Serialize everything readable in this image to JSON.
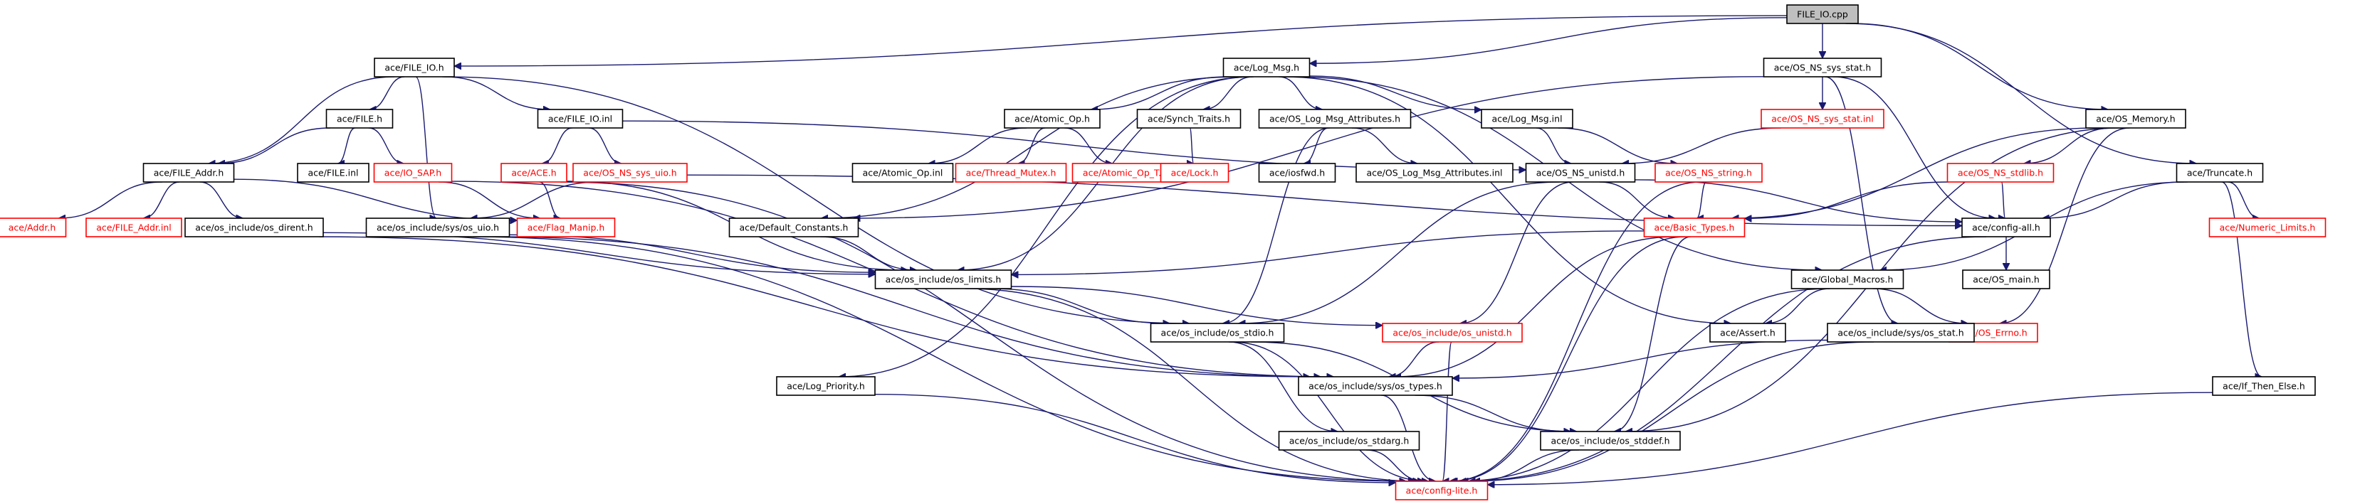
{
  "graph": {
    "root": "FILE_IO.cpp",
    "nodes": [
      {
        "id": "FILE_IO.cpp",
        "label": "FILE_IO.cpp",
        "documented": true
      },
      {
        "id": "ace/FILE_IO.h",
        "label": "ace/FILE_IO.h",
        "documented": true
      },
      {
        "id": "ace/Log_Msg.h",
        "label": "ace/Log_Msg.h",
        "documented": true
      },
      {
        "id": "ace/OS_NS_sys_stat.h",
        "label": "ace/OS_NS_sys_stat.h",
        "documented": true
      },
      {
        "id": "ace/OS_Memory.h",
        "label": "ace/OS_Memory.h",
        "documented": true
      },
      {
        "id": "ace/Truncate.h",
        "label": "ace/Truncate.h",
        "documented": true
      },
      {
        "id": "ace/FILE.h",
        "label": "ace/FILE.h",
        "documented": true
      },
      {
        "id": "ace/FILE_IO.inl",
        "label": "ace/FILE_IO.inl",
        "documented": true
      },
      {
        "id": "ace/Atomic_Op.h",
        "label": "ace/Atomic_Op.h",
        "documented": true
      },
      {
        "id": "ace/Synch_Traits.h",
        "label": "ace/Synch_Traits.h",
        "documented": true
      },
      {
        "id": "ace/OS_Log_Msg_Attributes.h",
        "label": "ace/OS_Log_Msg_Attributes.h",
        "documented": true
      },
      {
        "id": "ace/Log_Msg.inl",
        "label": "ace/Log_Msg.inl",
        "documented": true
      },
      {
        "id": "ace/OS_NS_sys_stat.inl",
        "label": "ace/OS_NS_sys_stat.inl",
        "documented": false
      },
      {
        "id": "ace/FILE_Addr.h",
        "label": "ace/FILE_Addr.h",
        "documented": true
      },
      {
        "id": "ace/FILE.inl",
        "label": "ace/FILE.inl",
        "documented": true
      },
      {
        "id": "ace/IO_SAP.h",
        "label": "ace/IO_SAP.h",
        "documented": false
      },
      {
        "id": "ace/ACE.h",
        "label": "ace/ACE.h",
        "documented": false
      },
      {
        "id": "ace/OS_NS_sys_uio.h",
        "label": "ace/OS_NS_sys_uio.h",
        "documented": false
      },
      {
        "id": "ace/Atomic_Op.inl",
        "label": "ace/Atomic_Op.inl",
        "documented": true
      },
      {
        "id": "ace/Thread_Mutex.h",
        "label": "ace/Thread_Mutex.h",
        "documented": false
      },
      {
        "id": "ace/Atomic_Op_T.h",
        "label": "ace/Atomic_Op_T.h",
        "documented": false
      },
      {
        "id": "ace/Lock.h",
        "label": "ace/Lock.h",
        "documented": false
      },
      {
        "id": "ace/iosfwd.h",
        "label": "ace/iosfwd.h",
        "documented": true
      },
      {
        "id": "ace/OS_Log_Msg_Attributes.inl",
        "label": "ace/OS_Log_Msg_Attributes.inl",
        "documented": true
      },
      {
        "id": "ace/OS_NS_unistd.h",
        "label": "ace/OS_NS_unistd.h",
        "documented": true
      },
      {
        "id": "ace/OS_NS_string.h",
        "label": "ace/OS_NS_string.h",
        "documented": false
      },
      {
        "id": "ace/OS_NS_stdlib.h",
        "label": "ace/OS_NS_stdlib.h",
        "documented": false
      },
      {
        "id": "ace/Addr.h",
        "label": "ace/Addr.h",
        "documented": false
      },
      {
        "id": "ace/FILE_Addr.inl",
        "label": "ace/FILE_Addr.inl",
        "documented": false
      },
      {
        "id": "ace/os_include/os_dirent.h",
        "label": "ace/os_include/os_dirent.h",
        "documented": true
      },
      {
        "id": "ace/os_include/sys/os_uio.h",
        "label": "ace/os_include/sys/os_uio.h",
        "documented": true
      },
      {
        "id": "ace/Flag_Manip.h",
        "label": "ace/Flag_Manip.h",
        "documented": false
      },
      {
        "id": "ace/Default_Constants.h",
        "label": "ace/Default_Constants.h",
        "documented": true
      },
      {
        "id": "ace/Basic_Types.h",
        "label": "ace/Basic_Types.h",
        "documented": false
      },
      {
        "id": "ace/config-all.h",
        "label": "ace/config-all.h",
        "documented": true
      },
      {
        "id": "ace/Numeric_Limits.h",
        "label": "ace/Numeric_Limits.h",
        "documented": false
      },
      {
        "id": "ace/os_include/os_limits.h",
        "label": "ace/os_include/os_limits.h",
        "documented": true
      },
      {
        "id": "ace/Global_Macros.h",
        "label": "ace/Global_Macros.h",
        "documented": true
      },
      {
        "id": "ace/OS_main.h",
        "label": "ace/OS_main.h",
        "documented": true
      },
      {
        "id": "ace/os_include/os_stdio.h",
        "label": "ace/os_include/os_stdio.h",
        "documented": true
      },
      {
        "id": "ace/os_include/os_unistd.h",
        "label": "ace/os_include/os_unistd.h",
        "documented": false
      },
      {
        "id": "ace/Assert.h",
        "label": "ace/Assert.h",
        "documented": true
      },
      {
        "id": "ace/OS_Errno.h",
        "label": "ace/OS_Errno.h",
        "documented": false
      },
      {
        "id": "ace/os_include/sys/os_stat.h",
        "label": "ace/os_include/sys/os_stat.h",
        "documented": true
      },
      {
        "id": "ace/os_include/sys/os_types.h",
        "label": "ace/os_include/sys/os_types.h",
        "documented": true
      },
      {
        "id": "ace/Log_Priority.h",
        "label": "ace/Log_Priority.h",
        "documented": true
      },
      {
        "id": "ace/If_Then_Else.h",
        "label": "ace/If_Then_Else.h",
        "documented": true
      },
      {
        "id": "ace/os_include/os_stdarg.h",
        "label": "ace/os_include/os_stdarg.h",
        "documented": true
      },
      {
        "id": "ace/os_include/os_stddef.h",
        "label": "ace/os_include/os_stddef.h",
        "documented": true
      },
      {
        "id": "ace/config-lite.h",
        "label": "ace/config-lite.h",
        "documented": false
      }
    ],
    "edges": [
      [
        "FILE_IO.cpp",
        "ace/FILE_IO.h"
      ],
      [
        "FILE_IO.cpp",
        "ace/Log_Msg.h"
      ],
      [
        "FILE_IO.cpp",
        "ace/OS_NS_sys_stat.h"
      ],
      [
        "FILE_IO.cpp",
        "ace/OS_Memory.h"
      ],
      [
        "FILE_IO.cpp",
        "ace/Truncate.h"
      ],
      [
        "ace/FILE_IO.h",
        "ace/FILE.h"
      ],
      [
        "ace/FILE_IO.h",
        "ace/FILE_IO.inl"
      ],
      [
        "ace/FILE_IO.h",
        "ace/FILE_Addr.h"
      ],
      [
        "ace/FILE_IO.h",
        "ace/os_include/sys/os_uio.h"
      ],
      [
        "ace/FILE_IO.h",
        "ace/os_include/os_stdio.h"
      ],
      [
        "ace/FILE.h",
        "ace/FILE_Addr.h"
      ],
      [
        "ace/FILE.h",
        "ace/FILE.inl"
      ],
      [
        "ace/FILE.h",
        "ace/IO_SAP.h"
      ],
      [
        "ace/IO_SAP.h",
        "ace/Flag_Manip.h"
      ],
      [
        "ace/IO_SAP.h",
        "ace/os_include/sys/os_types.h"
      ],
      [
        "ace/FILE_Addr.h",
        "ace/Addr.h"
      ],
      [
        "ace/FILE_Addr.h",
        "ace/FILE_Addr.inl"
      ],
      [
        "ace/FILE_Addr.h",
        "ace/os_include/os_dirent.h"
      ],
      [
        "ace/FILE_Addr.h",
        "ace/Flag_Manip.h"
      ],
      [
        "ace/FILE_IO.inl",
        "ace/ACE.h"
      ],
      [
        "ace/FILE_IO.inl",
        "ace/OS_NS_sys_uio.h"
      ],
      [
        "ace/FILE_IO.inl",
        "ace/OS_NS_unistd.h"
      ],
      [
        "ace/ACE.h",
        "ace/Flag_Manip.h"
      ],
      [
        "ace/ACE.h",
        "ace/os_include/os_limits.h"
      ],
      [
        "ace/ACE.h",
        "ace/config-lite.h"
      ],
      [
        "ace/OS_NS_sys_uio.h",
        "ace/os_include/sys/os_uio.h"
      ],
      [
        "ace/OS_NS_sys_uio.h",
        "ace/config-all.h"
      ],
      [
        "ace/Log_Msg.h",
        "ace/Atomic_Op.h"
      ],
      [
        "ace/Log_Msg.h",
        "ace/Synch_Traits.h"
      ],
      [
        "ace/Log_Msg.h",
        "ace/OS_Log_Msg_Attributes.h"
      ],
      [
        "ace/Log_Msg.h",
        "ace/Log_Msg.inl"
      ],
      [
        "ace/Log_Msg.h",
        "ace/Default_Constants.h"
      ],
      [
        "ace/Log_Msg.h",
        "ace/os_include/os_limits.h"
      ],
      [
        "ace/Log_Msg.h",
        "ace/Log_Priority.h"
      ],
      [
        "ace/Log_Msg.h",
        "ace/Global_Macros.h"
      ],
      [
        "ace/Log_Msg.h",
        "ace/Assert.h"
      ],
      [
        "ace/Atomic_Op.h",
        "ace/Atomic_Op.inl"
      ],
      [
        "ace/Atomic_Op.h",
        "ace/Thread_Mutex.h"
      ],
      [
        "ace/Atomic_Op.h",
        "ace/Atomic_Op_T.h"
      ],
      [
        "ace/Synch_Traits.h",
        "ace/Lock.h"
      ],
      [
        "ace/OS_Log_Msg_Attributes.h",
        "ace/iosfwd.h"
      ],
      [
        "ace/OS_Log_Msg_Attributes.h",
        "ace/OS_Log_Msg_Attributes.inl"
      ],
      [
        "ace/OS_Log_Msg_Attributes.h",
        "ace/os_include/os_stdio.h"
      ],
      [
        "ace/Log_Msg.inl",
        "ace/OS_NS_unistd.h"
      ],
      [
        "ace/Log_Msg.inl",
        "ace/OS_NS_string.h"
      ],
      [
        "ace/OS_NS_sys_stat.h",
        "ace/OS_NS_sys_stat.inl"
      ],
      [
        "ace/OS_NS_sys_stat.h",
        "ace/Default_Constants.h"
      ],
      [
        "ace/OS_NS_sys_stat.h",
        "ace/os_include/sys/os_stat.h"
      ],
      [
        "ace/OS_NS_sys_stat.h",
        "ace/config-all.h"
      ],
      [
        "ace/OS_NS_sys_stat.inl",
        "ace/OS_NS_unistd.h"
      ],
      [
        "ace/OS_Memory.h",
        "ace/OS_NS_stdlib.h"
      ],
      [
        "ace/OS_Memory.h",
        "ace/Basic_Types.h"
      ],
      [
        "ace/OS_Memory.h",
        "ace/OS_Errno.h"
      ],
      [
        "ace/OS_Memory.h",
        "ace/os_include/os_stddef.h"
      ],
      [
        "ace/OS_NS_stdlib.h",
        "ace/Basic_Types.h"
      ],
      [
        "ace/OS_NS_stdlib.h",
        "ace/config-all.h"
      ],
      [
        "ace/Truncate.h",
        "ace/config-all.h"
      ],
      [
        "ace/Truncate.h",
        "ace/Global_Macros.h"
      ],
      [
        "ace/Truncate.h",
        "ace/Numeric_Limits.h"
      ],
      [
        "ace/Truncate.h",
        "ace/If_Then_Else.h"
      ],
      [
        "ace/OS_NS_unistd.h",
        "ace/Basic_Types.h"
      ],
      [
        "ace/OS_NS_unistd.h",
        "ace/os_include/os_unistd.h"
      ],
      [
        "ace/OS_NS_unistd.h",
        "ace/os_include/os_stdio.h"
      ],
      [
        "ace/OS_NS_unistd.h",
        "ace/config-all.h"
      ],
      [
        "ace/OS_NS_string.h",
        "ace/Basic_Types.h"
      ],
      [
        "ace/OS_NS_string.h",
        "ace/config-lite.h"
      ],
      [
        "ace/os_include/os_dirent.h",
        "ace/os_include/os_limits.h"
      ],
      [
        "ace/os_include/os_dirent.h",
        "ace/os_include/sys/os_types.h"
      ],
      [
        "ace/os_include/sys/os_uio.h",
        "ace/os_include/os_limits.h"
      ],
      [
        "ace/os_include/sys/os_uio.h",
        "ace/os_include/sys/os_types.h"
      ],
      [
        "ace/os_include/sys/os_uio.h",
        "ace/config-lite.h"
      ],
      [
        "ace/Default_Constants.h",
        "ace/os_include/os_limits.h"
      ],
      [
        "ace/Basic_Types.h",
        "ace/os_include/os_limits.h"
      ],
      [
        "ace/Basic_Types.h",
        "ace/os_include/sys/os_types.h"
      ],
      [
        "ace/Basic_Types.h",
        "ace/os_include/os_stddef.h"
      ],
      [
        "ace/Basic_Types.h",
        "ace/config-lite.h"
      ],
      [
        "ace/config-all.h",
        "ace/OS_main.h"
      ],
      [
        "ace/config-all.h",
        "ace/config-lite.h"
      ],
      [
        "ace/os_include/os_limits.h",
        "ace/os_include/os_stdio.h"
      ],
      [
        "ace/os_include/os_limits.h",
        "ace/os_include/os_unistd.h"
      ],
      [
        "ace/os_include/os_limits.h",
        "ace/config-lite.h"
      ],
      [
        "ace/Global_Macros.h",
        "ace/Assert.h"
      ],
      [
        "ace/Global_Macros.h",
        "ace/OS_Errno.h"
      ],
      [
        "ace/Global_Macros.h",
        "ace/config-lite.h"
      ],
      [
        "ace/os_include/os_stdio.h",
        "ace/os_include/os_stdarg.h"
      ],
      [
        "ace/os_include/os_stdio.h",
        "ace/os_include/os_stddef.h"
      ],
      [
        "ace/os_include/os_stdio.h",
        "ace/config-lite.h"
      ],
      [
        "ace/os_include/os_unistd.h",
        "ace/os_include/sys/os_types.h"
      ],
      [
        "ace/os_include/os_unistd.h",
        "ace/config-lite.h"
      ],
      [
        "ace/os_include/sys/os_stat.h",
        "ace/os_include/sys/os_types.h"
      ],
      [
        "ace/os_include/sys/os_stat.h",
        "ace/config-lite.h"
      ],
      [
        "ace/os_include/sys/os_types.h",
        "ace/os_include/os_stddef.h"
      ],
      [
        "ace/os_include/sys/os_types.h",
        "ace/config-lite.h"
      ],
      [
        "ace/Log_Priority.h",
        "ace/config-lite.h"
      ],
      [
        "ace/If_Then_Else.h",
        "ace/config-lite.h"
      ],
      [
        "ace/os_include/os_stdarg.h",
        "ace/config-lite.h"
      ],
      [
        "ace/os_include/os_stddef.h",
        "ace/config-lite.h"
      ]
    ]
  },
  "colors": {
    "edge": "#191970",
    "documented_border": "#000000",
    "undocumented_border": "#ff0000",
    "undocumented_text": "#ff0000",
    "root_fill": "#bfbfbf",
    "node_fill": "#ffffff"
  }
}
